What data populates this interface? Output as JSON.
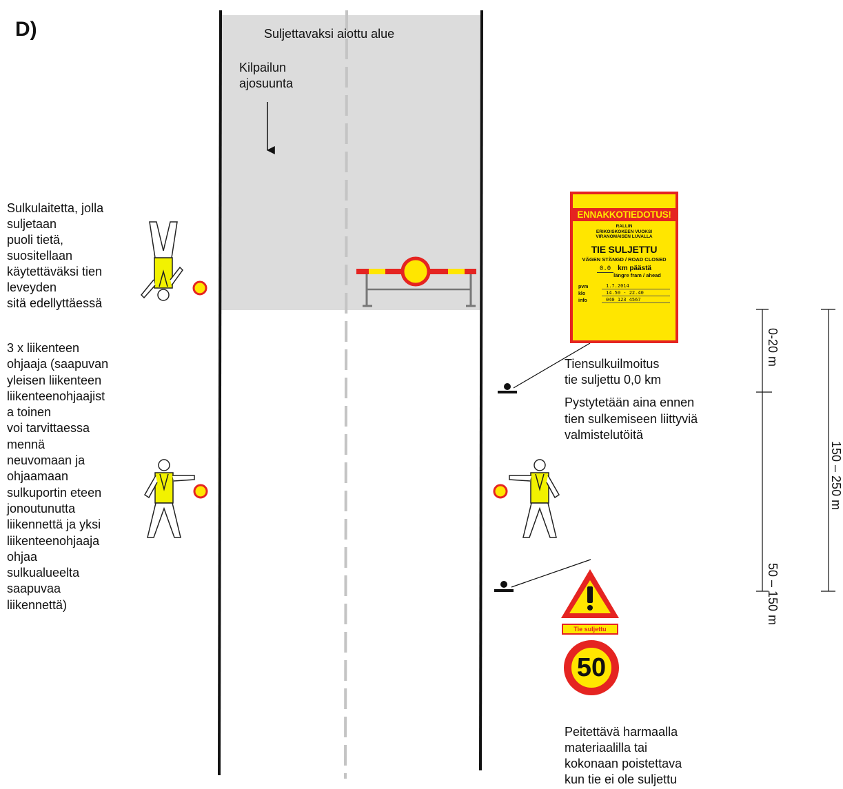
{
  "title": "D)",
  "road": {
    "closure_area_label": "Suljettavaksi aiottu alue",
    "direction_label": "Kilpailun\najosuunta"
  },
  "left_notes": {
    "barrier_note": "Sulkulaitetta, jolla\nsuljetaan\npuoli tietä,\nsuositellaan\nkäytettäväksi tien\nleveyden\nsitä edellyttäessä",
    "controllers_note": "3 x liikenteen\nohjaaja (saapuvan\nyleisen liikenteen\nliikenteenohjaajist\na toinen\nvoi tarvittaessa\nmennä\nneuvomaan ja\nohjaamaan\nsulkuportin eteen\njonoutunutta\nliikennettä ja yksi\nliikenteenohjaaja\nohjaa\nsulkualueelta\nsaapuvaa\nliikennettä)"
  },
  "notice_sign": {
    "heading": "ENNAKKOTIEDOTUS!",
    "small_lines": [
      "RALLIN",
      "ERIKOISKOKEEN VUOKSI",
      "VIRANOMAISEN LUVALLA"
    ],
    "closed": "TIE SULJETTU",
    "closed_languages": "VÄGEN STÄNGD / ROAD CLOSED",
    "km_value": "0.0",
    "km_label": "km päästä",
    "ahead_label": "längre fram / ahead",
    "rows": [
      {
        "key": "pvm",
        "value": "1.7.2014"
      },
      {
        "key": "klo",
        "value": "14.50 - 22.40"
      },
      {
        "key": "info",
        "value": "040 123 4567"
      }
    ]
  },
  "right_notes": {
    "notice_caption": "Tiensulkuilmoitus\ntie suljettu 0,0 km",
    "notice_note": "Pystytetään aina ennen\ntien sulkemiseen liittyviä\nvalmistelutöitä",
    "signs_note": "Peitettävä harmaalla\nmateriaalilla tai\nkokonaan poistettava\nkun tie ei ole suljettu"
  },
  "signs": {
    "supplementary": "Tie suljettu",
    "speed_limit": "50"
  },
  "dimensions": {
    "short": "0-20 m",
    "mid": "50 – 150 m",
    "total": "150 – 250 m"
  },
  "colors": {
    "closure_area": "#dcdcdc",
    "vest": "#f2f200",
    "paddle_ring": "#e52421",
    "paddle_fill": "#ffe600",
    "sign_red": "#e52421",
    "sign_yellow": "#ffe600"
  }
}
